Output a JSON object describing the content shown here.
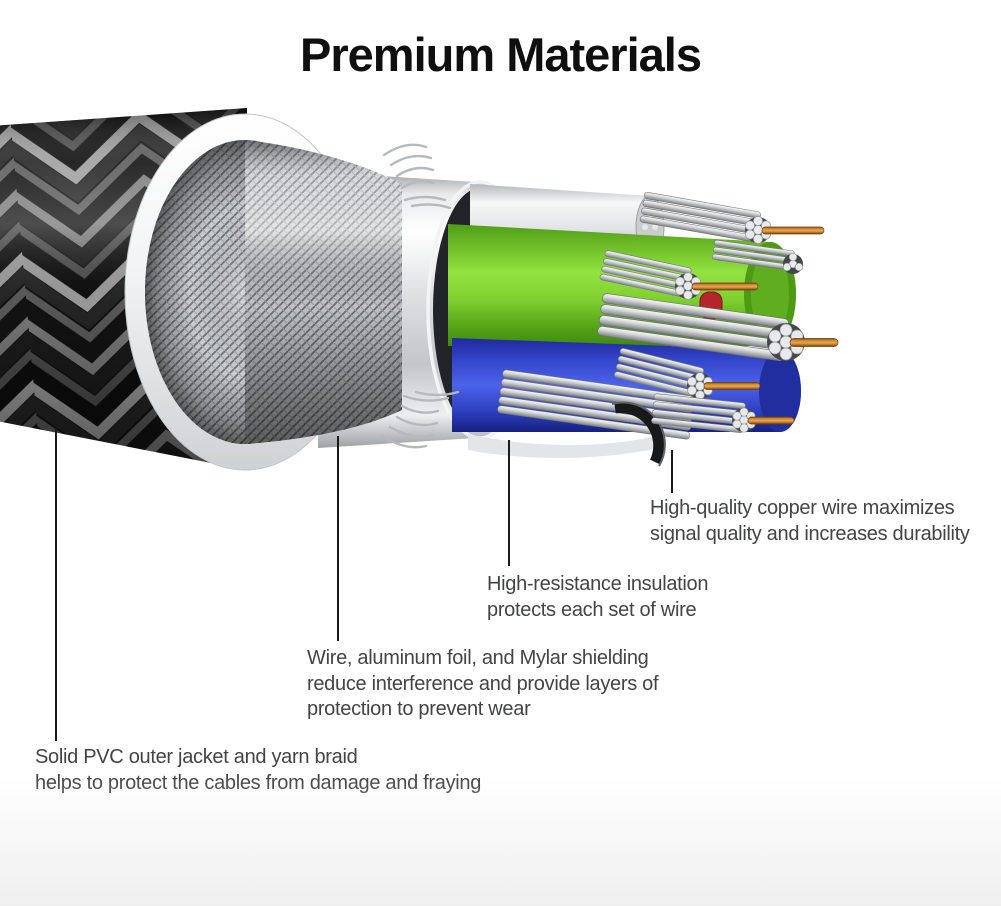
{
  "title": {
    "text": "Premium Materials"
  },
  "annotations": [
    {
      "id": "copper-wire",
      "lines": [
        "High-quality copper wire maximizes",
        "signal quality and increases durability"
      ]
    },
    {
      "id": "insulation",
      "lines": [
        "High-resistance insulation",
        "protects each set of wire"
      ]
    },
    {
      "id": "shielding",
      "lines": [
        "Wire, aluminum foil, and Mylar shielding",
        "reduce interference and provide layers of",
        "protection to prevent wear"
      ]
    },
    {
      "id": "outer-jacket",
      "lines": [
        "Solid PVC outer jacket and yarn braid",
        "helps to protect the cables from damage and fraying"
      ]
    }
  ],
  "colors": {
    "background": "#ffffff",
    "background_fade": "#efeff0",
    "title_text": "#0f0f10",
    "annotation_text": "#434445",
    "callout_line": "#1a1a1a",
    "braid_dark": "#141414",
    "braid_light": "#8a8a8a",
    "pvc_white": "#eceded",
    "shield_silver": "#c9ccce",
    "foil_white": "#e9ebec",
    "wire_green": "#7ccc2f",
    "wire_blue": "#3a4bd4",
    "wire_white": "#eef0f0",
    "strand_silver": "#d8dadb",
    "copper": "#cf8a36",
    "accent_red": "#b3262b"
  }
}
